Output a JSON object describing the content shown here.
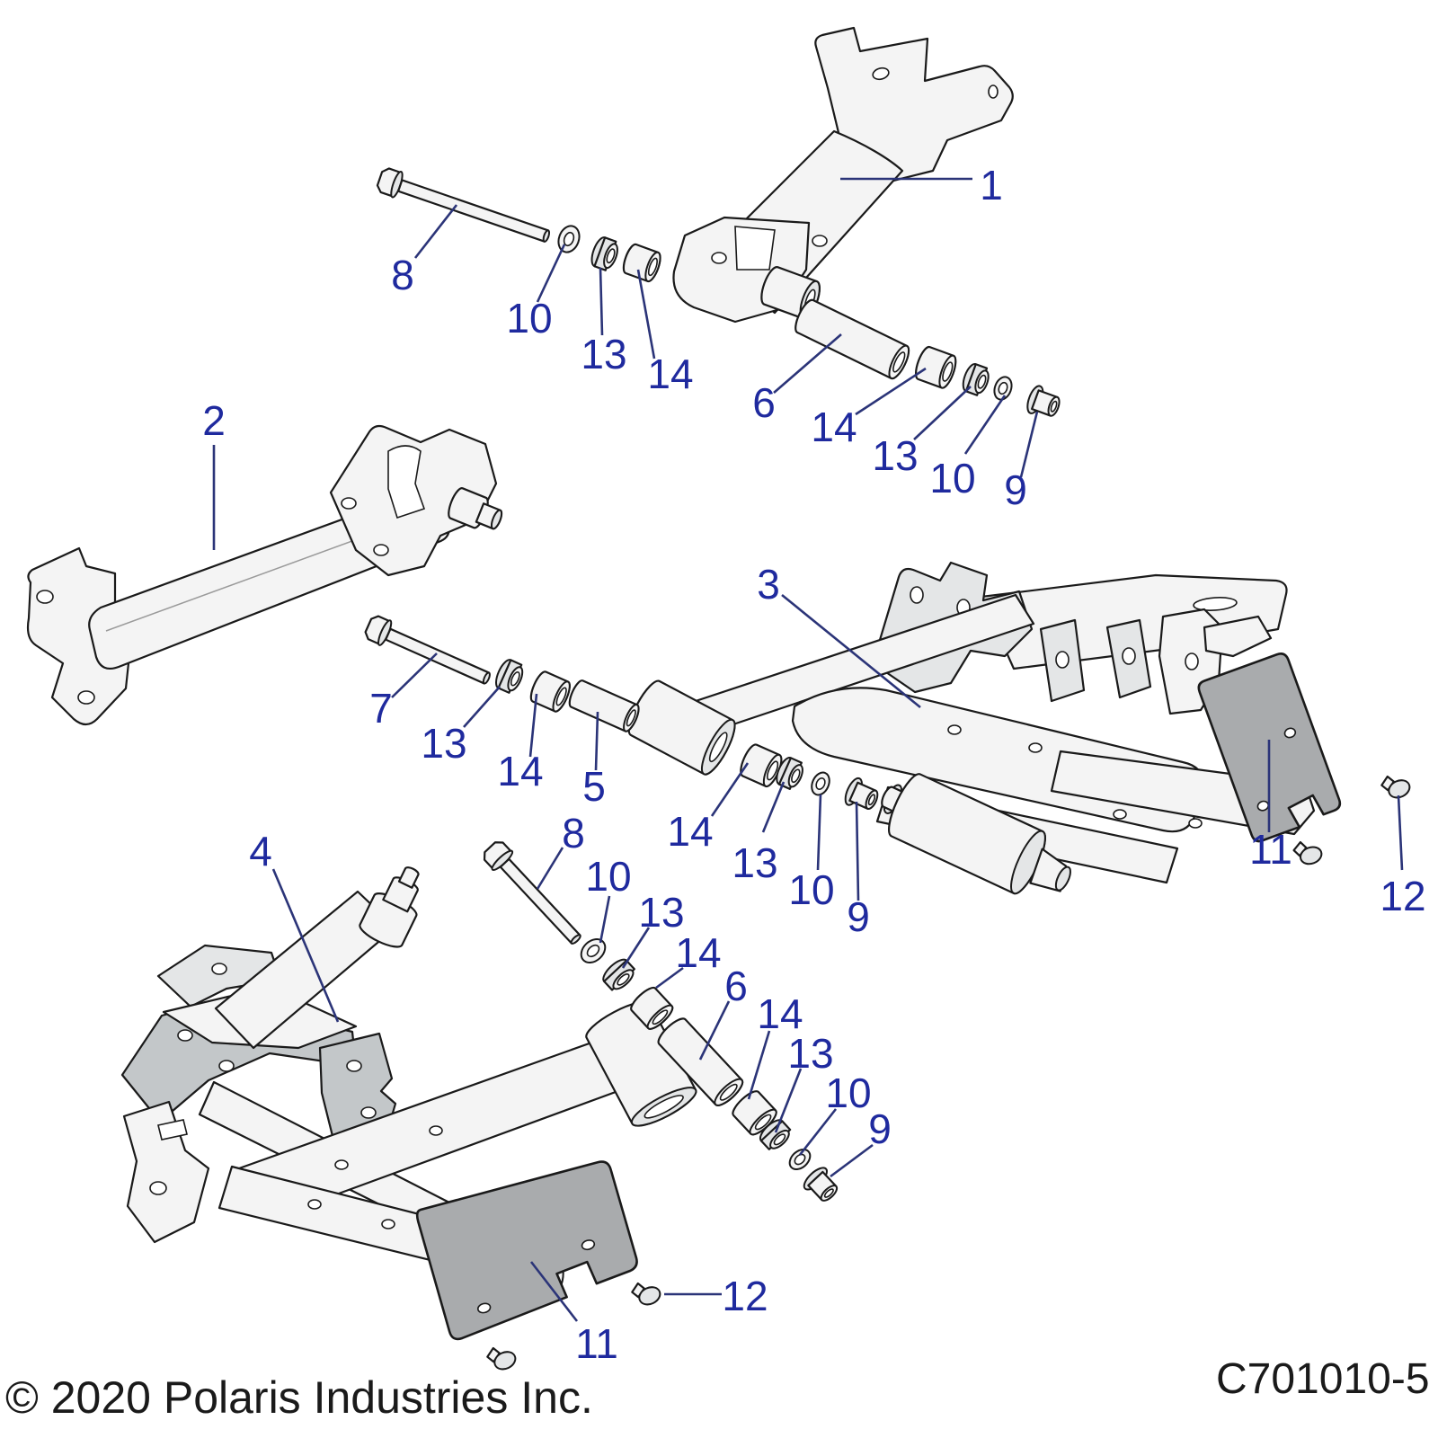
{
  "colors": {
    "accent": "#1f2a9e",
    "leader": "#2b3478",
    "outline": "#1a1a1a",
    "part-fill": "#f4f4f4",
    "part-shade": "#e4e6e7",
    "part-dark": "#c3c7c9",
    "flap-fill": "#a9abad",
    "text": "#1a1a1a",
    "background": "#ffffff"
  },
  "footer": {
    "copyright": "© 2020 Polaris Industries Inc.",
    "diagram_code": "C701010-5"
  },
  "callouts": [
    {
      "label": "1",
      "points_to": "control arm, upper right"
    },
    {
      "label": "8",
      "points_to": "bolt"
    },
    {
      "label": "10",
      "points_to": "washer"
    },
    {
      "label": "13",
      "points_to": "bushing"
    },
    {
      "label": "14",
      "points_to": "spacer bushing"
    },
    {
      "label": "6",
      "points_to": "spacer tube"
    },
    {
      "label": "14",
      "points_to": "spacer bushing"
    },
    {
      "label": "13",
      "points_to": "bushing"
    },
    {
      "label": "10",
      "points_to": "washer"
    },
    {
      "label": "9",
      "points_to": "flange nut"
    },
    {
      "label": "2",
      "points_to": "control arm, upper left"
    },
    {
      "label": "3",
      "points_to": "control arm, lower right"
    },
    {
      "label": "7",
      "points_to": "bolt"
    },
    {
      "label": "13",
      "points_to": "bushing"
    },
    {
      "label": "14",
      "points_to": "spacer bushing"
    },
    {
      "label": "5",
      "points_to": "spacer tube"
    },
    {
      "label": "14",
      "points_to": "spacer bushing"
    },
    {
      "label": "13",
      "points_to": "bushing"
    },
    {
      "label": "10",
      "points_to": "washer"
    },
    {
      "label": "9",
      "points_to": "flange nut"
    },
    {
      "label": "11",
      "points_to": "mud guard"
    },
    {
      "label": "12",
      "points_to": "rivet"
    },
    {
      "label": "4",
      "points_to": "control arm, lower left"
    },
    {
      "label": "8",
      "points_to": "bolt"
    },
    {
      "label": "10",
      "points_to": "washer"
    },
    {
      "label": "13",
      "points_to": "bushing"
    },
    {
      "label": "14",
      "points_to": "spacer bushing"
    },
    {
      "label": "6",
      "points_to": "spacer tube"
    },
    {
      "label": "14",
      "points_to": "spacer bushing"
    },
    {
      "label": "13",
      "points_to": "bushing"
    },
    {
      "label": "10",
      "points_to": "washer"
    },
    {
      "label": "9",
      "points_to": "flange nut"
    },
    {
      "label": "11",
      "points_to": "mud guard"
    },
    {
      "label": "12",
      "points_to": "rivet"
    }
  ]
}
